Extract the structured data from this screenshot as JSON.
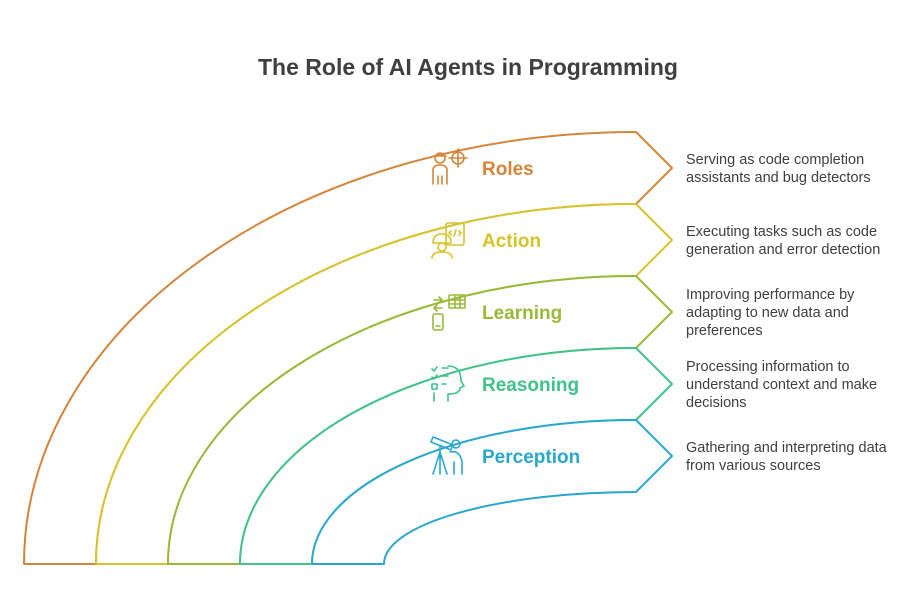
{
  "title": "The Role of AI Agents in Programming",
  "layers": [
    {
      "label": "Roles",
      "icon": "role-person-icon",
      "color": "#d4853a",
      "description": [
        "Serving as code completion",
        "assistants and bug detectors"
      ]
    },
    {
      "label": "Action",
      "icon": "coding-worker-icon",
      "color": "#d6c42a",
      "description": [
        "Executing tasks such as code",
        "generation and error detection"
      ]
    },
    {
      "label": "Learning",
      "icon": "adapt-device-icon",
      "color": "#9ab93a",
      "description": [
        "Improving performance by",
        "adapting to new data and",
        "preferences"
      ]
    },
    {
      "label": "Reasoning",
      "icon": "thinking-head-icon",
      "color": "#3fc28b",
      "description": [
        "Processing information to",
        "understand context and make",
        "decisions"
      ]
    },
    {
      "label": "Perception",
      "icon": "telescope-observer-icon",
      "color": "#2aa7cf",
      "description": [
        "Gathering and interpreting data",
        "from various sources"
      ]
    }
  ]
}
